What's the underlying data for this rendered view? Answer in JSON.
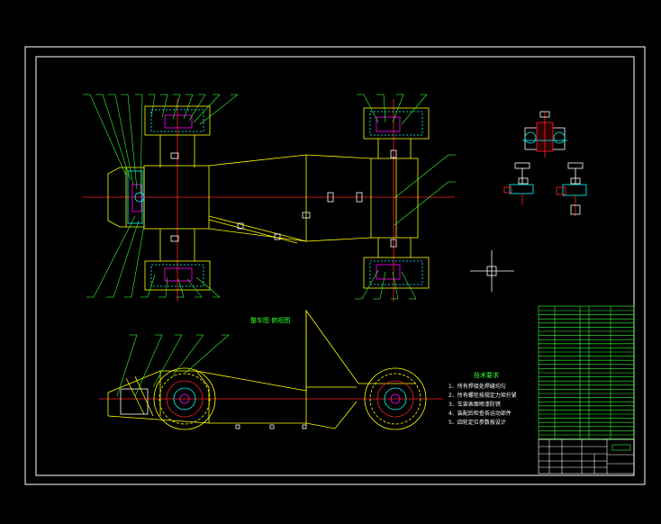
{
  "drawing": {
    "view_caption": "整车图 俯视图",
    "notes_title": "技术要求",
    "note_lines": [
      "1、所有焊接处焊缝均匀",
      "2、所有螺栓按规定力矩拧紧",
      "3、车架表面喷漆防锈",
      "4、装配后检查各运动部件",
      "5、四轮定位参数按设计"
    ]
  },
  "colors": {
    "background": "#000000",
    "frame": "#ffffff",
    "outline": "#ffff00",
    "centerline": "#ff2020",
    "leader": "#00ff00",
    "detail": "#00ffff",
    "part": "#ff00ff"
  }
}
